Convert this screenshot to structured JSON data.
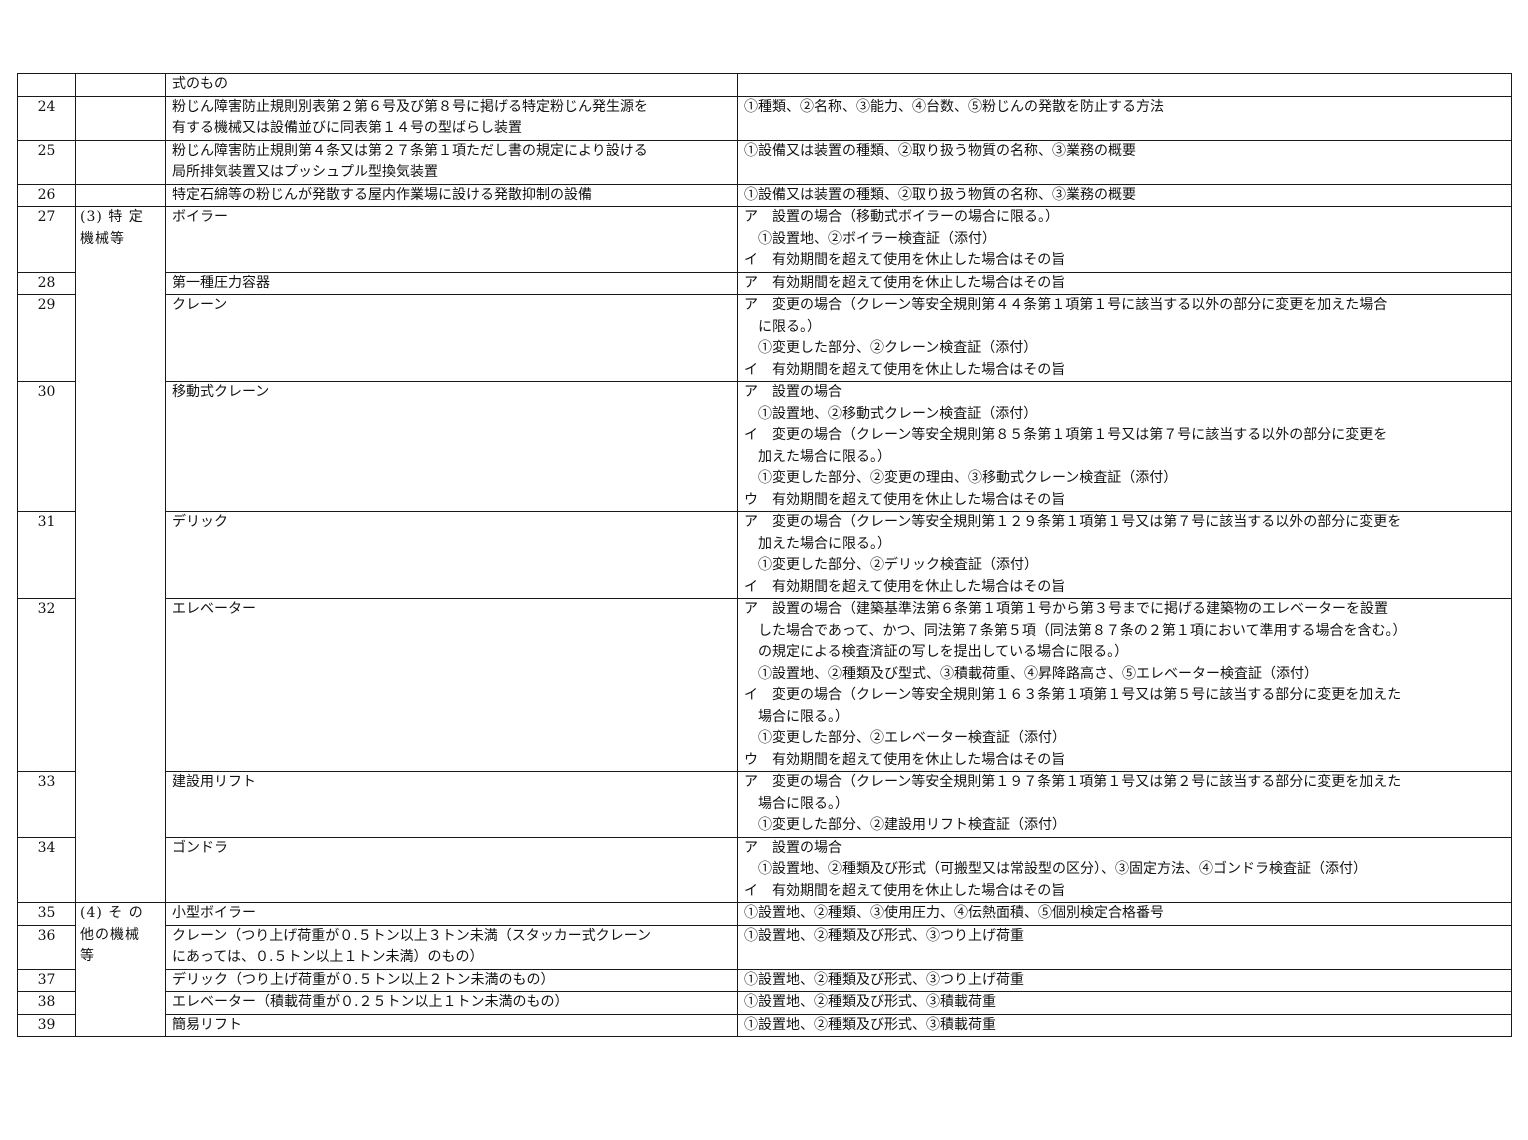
{
  "rows": [
    {
      "no": "",
      "item": [
        "式のもの"
      ],
      "req": [
        ""
      ]
    },
    {
      "no": "24",
      "item": [
        "粉じん障害防止規則別表第２第６号及び第８号に掲げる特定粉じん発生源を",
        "有する機械又は設備並びに同表第１４号の型ばらし装置"
      ],
      "req": [
        "①種類、②名称、③能力、④台数、⑤粉じんの発散を防止する方法"
      ]
    },
    {
      "no": "25",
      "item": [
        "粉じん障害防止規則第４条又は第２７条第１項ただし書の規定により設ける",
        "局所排気装置又はプッシュプル型換気装置"
      ],
      "req": [
        "①設備又は装置の種類、②取り扱う物質の名称、③業務の概要"
      ]
    },
    {
      "no": "26",
      "item": [
        "特定石綿等の粉じんが発散する屋内作業場に設ける発散抑制の設備"
      ],
      "req": [
        "①設備又は装置の種類、②取り扱う物質の名称、③業務の概要"
      ]
    },
    {
      "no": "27",
      "item": [
        "ボイラー"
      ],
      "req": [
        "ア　設置の場合（移動式ボイラーの場合に限る。）",
        "　①設置地、②ボイラー検査証（添付）",
        "イ　有効期間を超えて使用を休止した場合はその旨"
      ]
    },
    {
      "no": "28",
      "item": [
        "第一種圧力容器"
      ],
      "req": [
        "ア　有効期間を超えて使用を休止した場合はその旨"
      ]
    },
    {
      "no": "29",
      "item": [
        "クレーン"
      ],
      "req": [
        "ア　変更の場合（クレーン等安全規則第４４条第１項第１号に該当する以外の部分に変更を加えた場合",
        "　に限る。）",
        "　①変更した部分、②クレーン検査証（添付）",
        "イ　有効期間を超えて使用を休止した場合はその旨"
      ]
    },
    {
      "no": "30",
      "item": [
        "移動式クレーン"
      ],
      "req": [
        "ア　設置の場合",
        "　①設置地、②移動式クレーン検査証（添付）",
        "イ　変更の場合（クレーン等安全規則第８５条第１項第１号又は第７号に該当する以外の部分に変更を",
        "　加えた場合に限る。）",
        "　①変更した部分、②変更の理由、③移動式クレーン検査証（添付）",
        "ウ　有効期間を超えて使用を休止した場合はその旨"
      ]
    },
    {
      "no": "31",
      "item": [
        "デリック"
      ],
      "req": [
        "ア　変更の場合（クレーン等安全規則第１２９条第１項第１号又は第７号に該当する以外の部分に変更を",
        "　加えた場合に限る。）",
        "　①変更した部分、②デリック検査証（添付）",
        "イ　有効期間を超えて使用を休止した場合はその旨"
      ]
    },
    {
      "no": "32",
      "item": [
        "エレベーター"
      ],
      "req": [
        "ア　設置の場合（建築基準法第６条第１項第１号から第３号までに掲げる建築物のエレベーターを設置",
        "　した場合であって、かつ、同法第７条第５項（同法第８７条の２第１項において準用する場合を含む。）",
        "　の規定による検査済証の写しを提出している場合に限る。）",
        "　①設置地、②種類及び型式、③積載荷重、④昇降路高さ、⑤エレベーター検査証（添付）",
        "イ　変更の場合（クレーン等安全規則第１６３条第１項第１号又は第５号に該当する部分に変更を加えた",
        "　場合に限る。）",
        "　①変更した部分、②エレベーター検査証（添付）",
        "ウ　有効期間を超えて使用を休止した場合はその旨"
      ]
    },
    {
      "no": "33",
      "item": [
        "建設用リフト"
      ],
      "req": [
        "ア　変更の場合（クレーン等安全規則第１９７条第１項第１号又は第２号に該当する部分に変更を加えた",
        "　場合に限る。）",
        "　①変更した部分、②建設用リフト検査証（添付）"
      ]
    },
    {
      "no": "34",
      "item": [
        "ゴンドラ"
      ],
      "req": [
        "ア　設置の場合",
        "　①設置地、②種類及び形式（可搬型又は常設型の区分）、③固定方法、④ゴンドラ検査証（添付）",
        "イ　有効期間を超えて使用を休止した場合はその旨"
      ]
    },
    {
      "no": "35",
      "item": [
        "小型ボイラー"
      ],
      "req": [
        "①設置地、②種類、③使用圧力、④伝熱面積、⑤個別検定合格番号"
      ]
    },
    {
      "no": "36",
      "item": [
        "クレーン（つり上げ荷重が０.５トン以上３トン未満（スタッカー式クレーン",
        "にあっては、０.５トン以上１トン未満）のもの）"
      ],
      "req": [
        "①設置地、②種類及び形式、③つり上げ荷重"
      ]
    },
    {
      "no": "37",
      "item": [
        "デリック（つり上げ荷重が０.５トン以上２トン未満のもの）"
      ],
      "req": [
        "①設置地、②種類及び形式、③つり上げ荷重"
      ]
    },
    {
      "no": "38",
      "item": [
        "エレベーター（積載荷重が０.２５トン以上１トン未満のもの）"
      ],
      "req": [
        "①設置地、②種類及び形式、③積載荷重"
      ]
    },
    {
      "no": "39",
      "item": [
        "簡易リフト"
      ],
      "req": [
        "①設置地、②種類及び形式、③積載荷重"
      ]
    }
  ],
  "categories": [
    {
      "start": 4,
      "span": 8,
      "lines": [
        "(3) 特 定",
        "機械等"
      ]
    },
    {
      "start": 12,
      "span": 5,
      "lines": [
        "(4) そ の",
        "他の機械",
        "等"
      ]
    }
  ]
}
